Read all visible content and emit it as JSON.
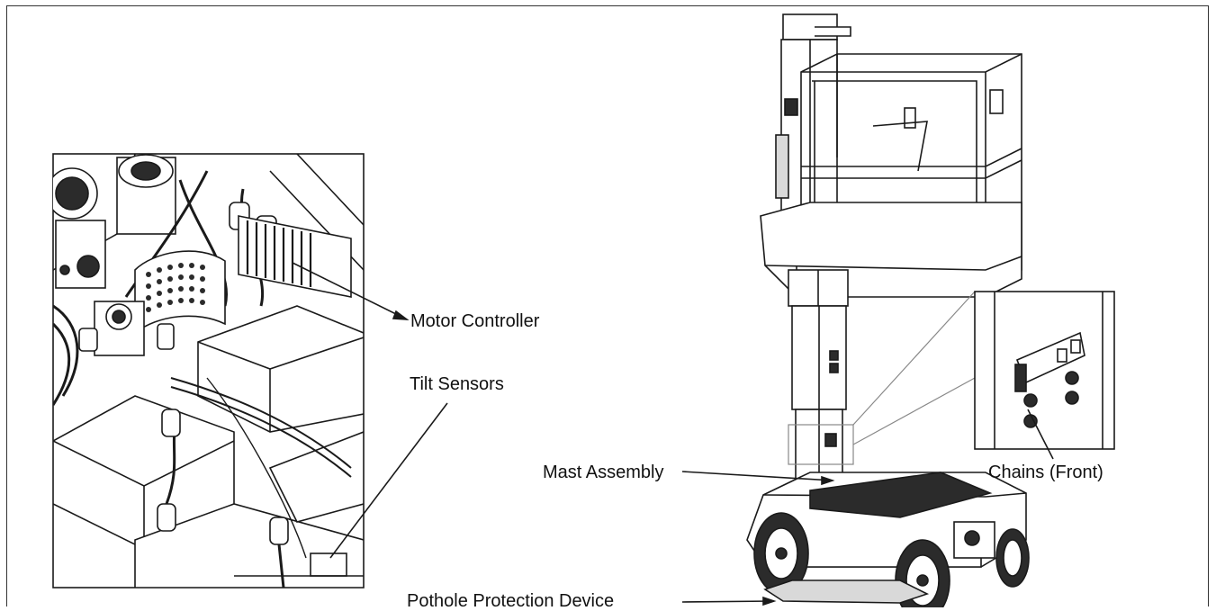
{
  "labels": {
    "motor_controller": "Motor Controller",
    "tilt_sensors": "Tilt Sensors",
    "mast_assembly": "Mast Assembly",
    "pothole_protection": "Pothole Protection Device",
    "chains_front": "Chains (Front)"
  },
  "colors": {
    "line": "#1a1a1a",
    "fill_light": "#ffffff",
    "fill_gray": "#d9d9d9",
    "fill_dark": "#2b2b2b"
  }
}
